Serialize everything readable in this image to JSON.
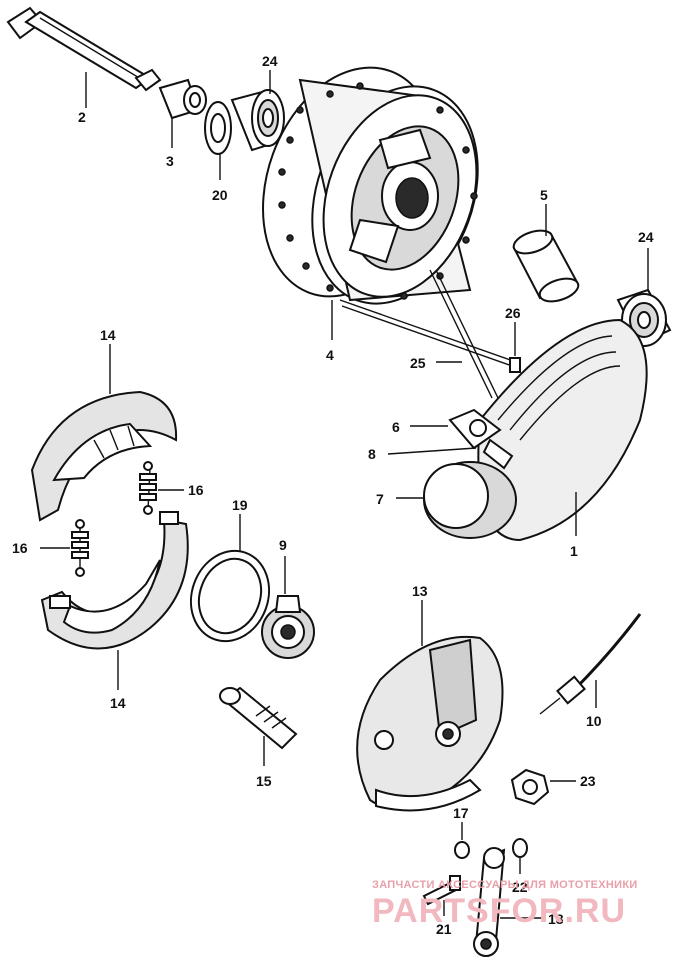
{
  "labels": {
    "p1": "1",
    "p2": "2",
    "p3": "3",
    "p4": "4",
    "p5": "5",
    "p6": "6",
    "p7": "7",
    "p8": "8",
    "p9": "9",
    "p10": "10",
    "p13": "13",
    "p14a": "14",
    "p14b": "14",
    "p15": "15",
    "p16a": "16",
    "p16b": "16",
    "p17": "17",
    "p18": "18",
    "p19": "19",
    "p20": "20",
    "p21": "21",
    "p22": "22",
    "p23": "23",
    "p24a": "24",
    "p24b": "24",
    "p25": "25",
    "p26": "26"
  },
  "watermark": {
    "caption": "ЗАПЧАСТИ АКСЕССУАРЫ ДЛЯ МОТОТЕХНИКИ",
    "brand": "PARTSFOR.RU"
  }
}
